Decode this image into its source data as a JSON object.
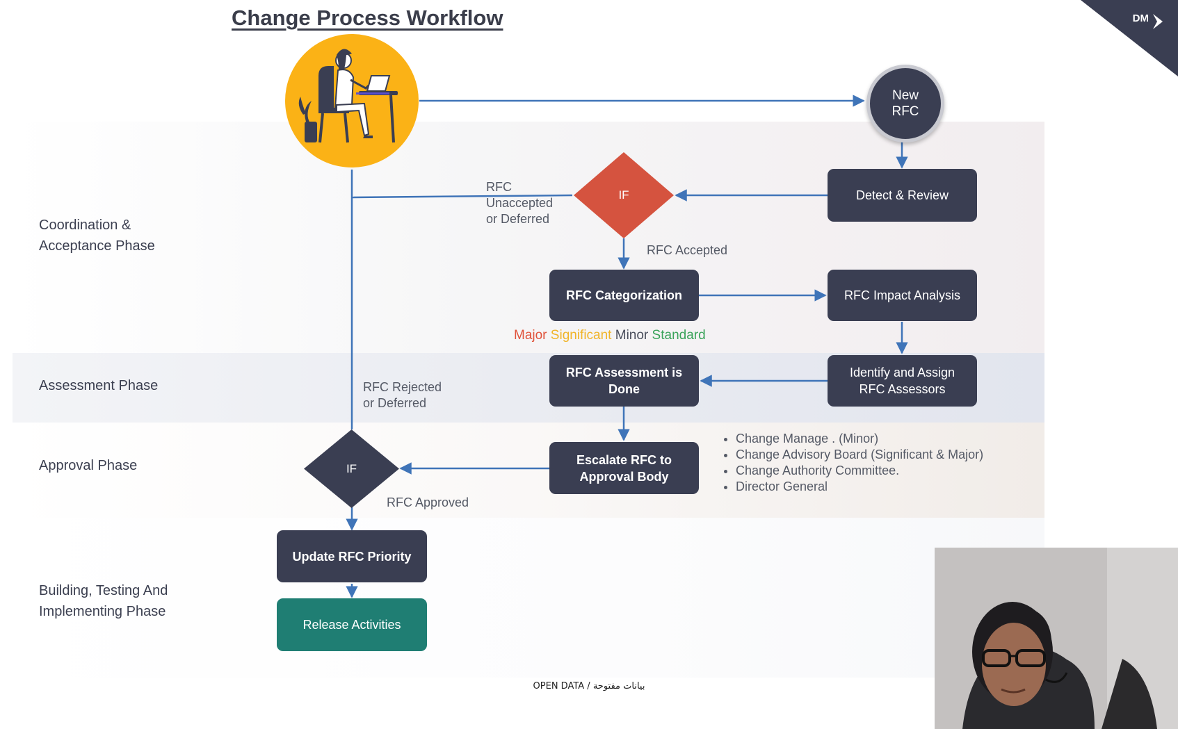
{
  "title": "Change Process Workflow",
  "logo": {
    "text": "DM"
  },
  "phases": {
    "coordination": "Coordination &\nAcceptance Phase",
    "assessment": "Assessment Phase",
    "approval": "Approval Phase",
    "building": "Building, Testing And\nImplementing Phase"
  },
  "nodes": {
    "new_rfc": "New\nRFC",
    "if_acceptance": "IF",
    "detect_review": "Detect & Review",
    "rfc_categorization": "RFC Categorization",
    "rfc_impact_analysis": "RFC Impact Analysis",
    "identify_assign": "Identify and Assign\nRFC Assessors",
    "assessment_done": "RFC Assessment is\nDone",
    "escalate": "Escalate RFC to\nApproval Body",
    "if_approval": "IF",
    "update_priority": "Update RFC Priority",
    "release_activities": "Release Activities"
  },
  "edge_labels": {
    "unaccepted": "RFC\nUnaccepted\nor Deferred",
    "accepted": "RFC Accepted",
    "rejected": "RFC Rejected\nor Deferred",
    "approved": "RFC Approved"
  },
  "categories": [
    {
      "text": "Major",
      "color": "#e0533b"
    },
    {
      "text": "Significant",
      "color": "#f0b429"
    },
    {
      "text": "Minor",
      "color": "#4a4e5c"
    },
    {
      "text": "Standard",
      "color": "#3aa35a"
    }
  ],
  "approval_bodies": [
    "Change Manage . (Minor)",
    "Change Advisory Board (Significant & Major)",
    "Change Authority Committee.",
    "Director General"
  ],
  "footer": "OPEN DATA / بيانات مفتوحة",
  "colors": {
    "node": "#3a3e52",
    "decision_accept": "#d5533f",
    "release": "#1f7e73",
    "arrow": "#3f74b8",
    "avatar_bg": "#fbb216"
  }
}
